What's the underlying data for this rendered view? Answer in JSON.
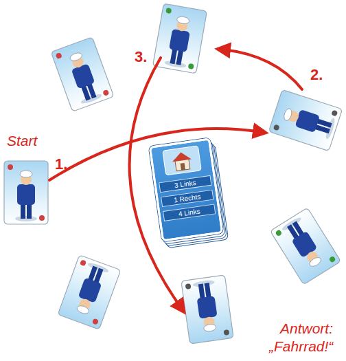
{
  "diagram": {
    "nodes": [
      {
        "text": [
          "3 Links",
          "1 Rechts",
          "4 Links"
        ]
      }
    ],
    "labels": [
      "Start",
      "1.",
      "2.",
      "3.",
      "Antwort:",
      "„Fahrrad!“"
    ]
  }
}
